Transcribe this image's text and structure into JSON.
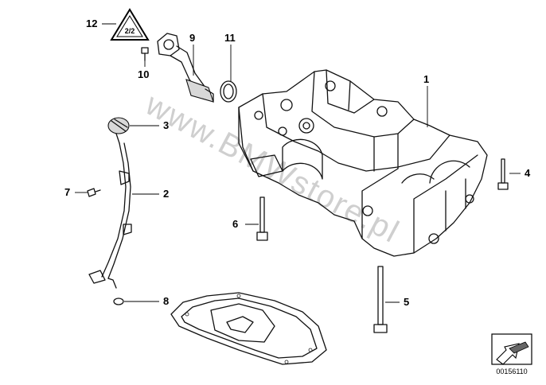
{
  "diagram": {
    "watermark": "www.BMWstore.pl",
    "document_number": "00156110",
    "callouts": [
      {
        "id": "c1",
        "label": "1"
      },
      {
        "id": "c2",
        "label": "2"
      },
      {
        "id": "c3",
        "label": "3"
      },
      {
        "id": "c4",
        "label": "4"
      },
      {
        "id": "c5",
        "label": "5"
      },
      {
        "id": "c6",
        "label": "6"
      },
      {
        "id": "c7",
        "label": "7"
      },
      {
        "id": "c8",
        "label": "8"
      },
      {
        "id": "c9",
        "label": "9"
      },
      {
        "id": "c10",
        "label": "10"
      },
      {
        "id": "c11",
        "label": "11"
      },
      {
        "id": "c12",
        "label": "12"
      }
    ],
    "warning_symbol": {
      "text": "2/2"
    }
  }
}
